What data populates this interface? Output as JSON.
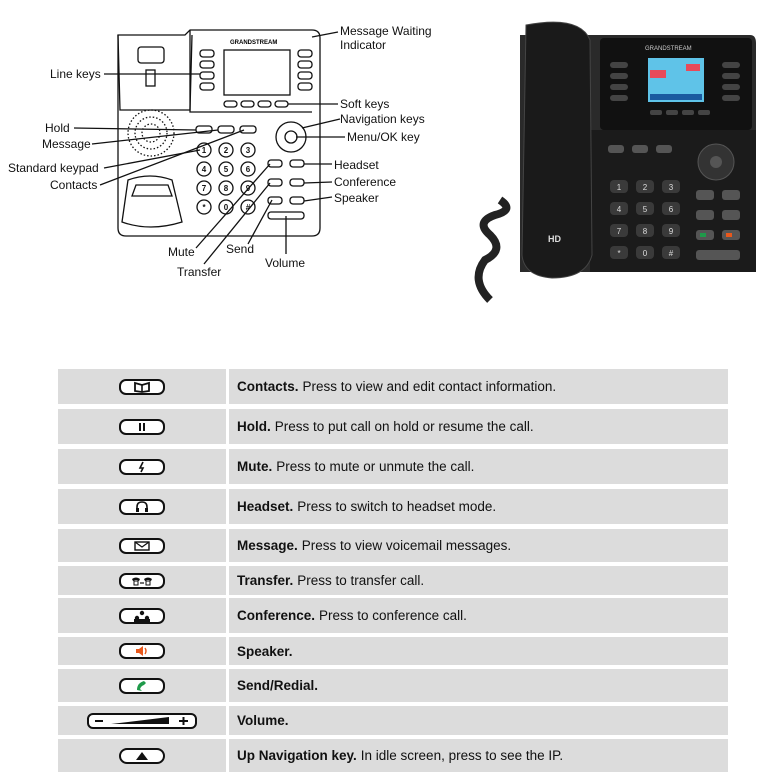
{
  "diagram": {
    "callouts": {
      "message_waiting": [
        "Message Waiting",
        "Indicator"
      ],
      "line_keys": "Line keys",
      "soft_keys": "Soft keys",
      "navigation_keys": "Navigation keys",
      "menu_ok_key": "Menu/OK key",
      "hold": "Hold",
      "message": "Message",
      "standard_keypad": "Standard keypad",
      "contacts": "Contacts",
      "headset": "Headset",
      "conference": "Conference",
      "speaker": "Speaker",
      "mute": "Mute",
      "send": "Send",
      "transfer": "Transfer",
      "volume": "Volume"
    },
    "brand": "GRANDSTREAM",
    "photo_hd_label": "HD",
    "keypad": [
      "1",
      "2",
      "3",
      "4",
      "5",
      "6",
      "7",
      "8",
      "9",
      "*",
      "0",
      "#"
    ]
  },
  "keys_table": [
    {
      "icon": "contacts-icon",
      "name": "Contacts.",
      "desc": "Press to view and edit contact information."
    },
    {
      "icon": "hold-icon",
      "name": "Hold.",
      "desc": "Press to put call on hold or resume the call."
    },
    {
      "icon": "mute-icon",
      "name": "Mute.",
      "desc": "Press to mute or unmute the call."
    },
    {
      "icon": "headset-icon",
      "name": "Headset.",
      "desc": "Press to switch to headset mode."
    },
    {
      "icon": "message-icon",
      "name": "Message.",
      "desc": "Press to view voicemail messages."
    },
    {
      "icon": "transfer-icon",
      "name": "Transfer.",
      "desc": "Press to transfer call."
    },
    {
      "icon": "conference-icon",
      "name": "Conference.",
      "desc": "Press to conference call."
    },
    {
      "icon": "speaker-icon",
      "name": "Speaker.",
      "desc": ""
    },
    {
      "icon": "send-redial-icon",
      "name": "Send/Redial.",
      "desc": ""
    },
    {
      "icon": "volume-icon",
      "name": "Volume.",
      "desc": ""
    },
    {
      "icon": "up-navigation-icon",
      "name": "Up Navigation key.",
      "desc": "In idle screen, press to see the IP."
    }
  ],
  "colors": {
    "table_bg": "#dcdcdc",
    "speaker_accent": "#e8581c",
    "send_accent": "#1f9a4a"
  }
}
